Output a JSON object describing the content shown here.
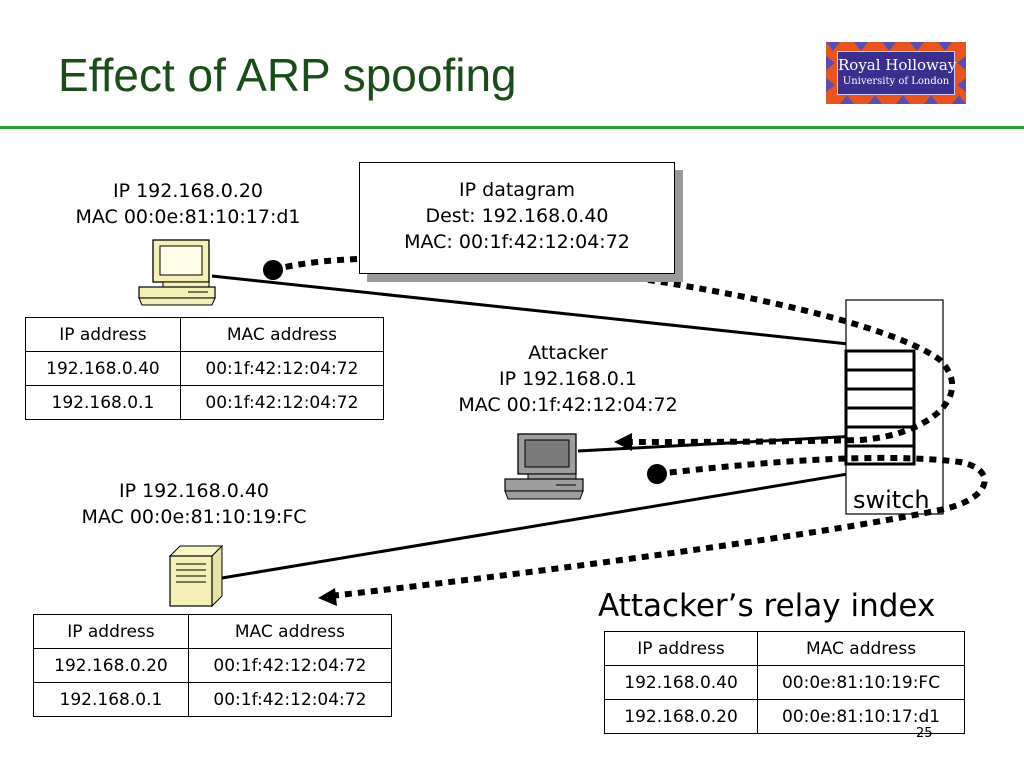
{
  "slide": {
    "title": "Effect of ARP spoofing",
    "page_number": "25",
    "logo": {
      "line1": "Royal Holloway",
      "line2": "University of London"
    }
  },
  "chart_data": {
    "type": "network-diagram",
    "hosts": {
      "victim": {
        "ip": "IP 192.168.0.20",
        "mac": "MAC 00:0e:81:10:17:d1",
        "icon": "desktop-computer"
      },
      "attacker": {
        "name": "Attacker",
        "ip": "IP 192.168.0.1",
        "mac": "MAC 00:1f:42:12:04:72",
        "icon": "desktop-computer"
      },
      "server": {
        "ip": "IP 192.168.0.40",
        "mac": "MAC 00:0e:81:10:19:FC",
        "icon": "server-tower"
      }
    },
    "switch": {
      "label": "switch",
      "ports": 6
    },
    "datagram": {
      "title": "IP datagram",
      "dest": "Dest: 192.168.0.40",
      "mac": "MAC: 00:1f:42:12:04:72"
    },
    "tables": {
      "victim": {
        "headers": [
          "IP address",
          "MAC address"
        ],
        "rows": [
          [
            "192.168.0.40",
            "00:1f:42:12:04:72"
          ],
          [
            "192.168.0.1",
            "00:1f:42:12:04:72"
          ]
        ]
      },
      "server": {
        "headers": [
          "IP address",
          "MAC address"
        ],
        "rows": [
          [
            "192.168.0.20",
            "00:1f:42:12:04:72"
          ],
          [
            "192.168.0.1",
            "00:1f:42:12:04:72"
          ]
        ]
      },
      "relay": {
        "title": "Attacker’s relay index",
        "headers": [
          "IP address",
          "MAC address"
        ],
        "rows": [
          [
            "192.168.0.40",
            "00:0e:81:10:19:FC"
          ],
          [
            "192.168.0.20",
            "00:0e:81:10:17:d1"
          ]
        ]
      }
    },
    "flows": [
      "victim → attacker (via switch)",
      "attacker → server (via switch)"
    ]
  }
}
